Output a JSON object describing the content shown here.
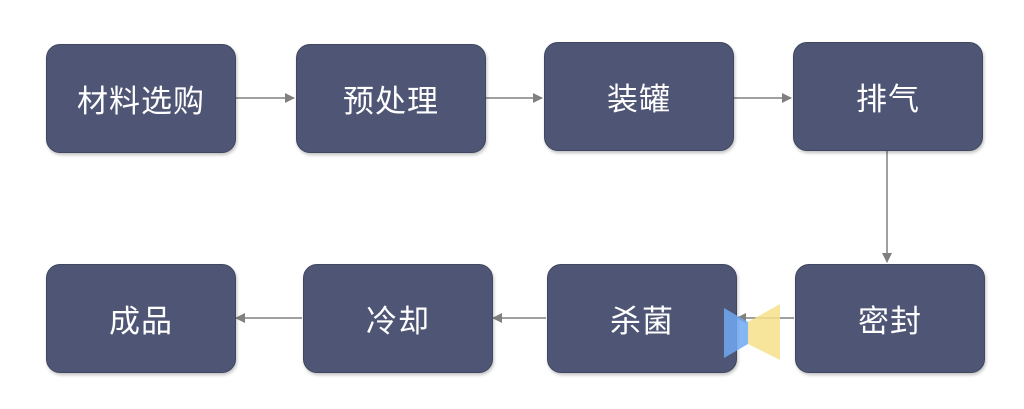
{
  "nodes": {
    "n1": "材料选购",
    "n2": "预处理",
    "n3": "装罐",
    "n4": "排气",
    "n5": "密封",
    "n6": "杀菌",
    "n7": "冷却",
    "n8": "成品"
  },
  "colors": {
    "node_fill": "#4f5675",
    "arrow": "#808080",
    "text": "#ffffff"
  }
}
